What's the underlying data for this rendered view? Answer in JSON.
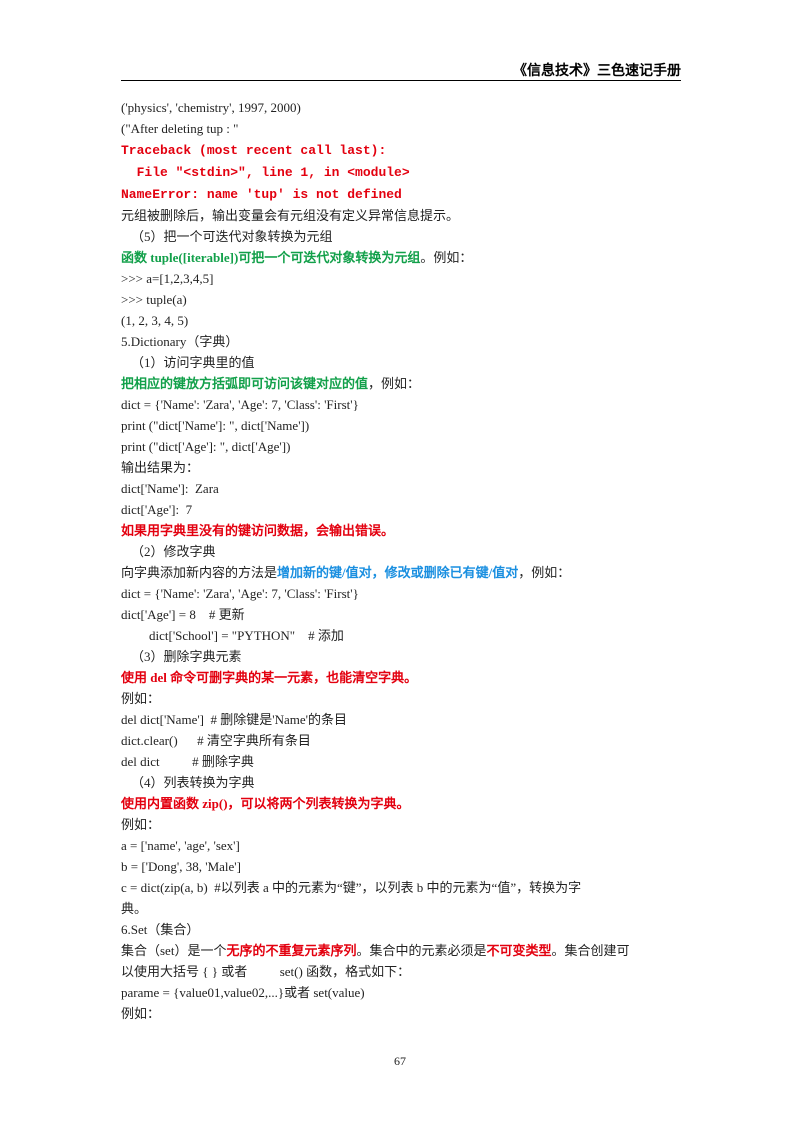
{
  "header": {
    "title": "《信息技术》三色速记手册"
  },
  "lines": [
    {
      "t": "('physics', 'chemistry', 1997, 2000)"
    },
    {
      "t": "(\"After deleting tup : \""
    },
    {
      "t": "Traceback (most recent call last):",
      "c": "red mono"
    },
    {
      "t": "  File \"<stdin>\", line 1, in <module>",
      "c": "red mono"
    },
    {
      "t": "NameError: name 'tup' is not defined",
      "c": "red mono"
    },
    {
      "t": "元组被删除后，输出变量会有元组没有定义异常信息提示。"
    },
    {
      "t": "（5）把一个可迭代对象转换为元组",
      "cls": "indent1"
    },
    {
      "segs": [
        {
          "t": "函数 tuple([iterable])可把一个可迭代对象转换为元组",
          "c": "green"
        },
        {
          "t": "。例如："
        }
      ]
    },
    {
      "t": ">>> a=[1,2,3,4,5]"
    },
    {
      "t": ">>> tuple(a)"
    },
    {
      "t": "(1, 2, 3, 4, 5)"
    },
    {
      "t": "5.Dictionary（字典）"
    },
    {
      "t": "（1）访问字典里的值",
      "cls": "indent1"
    },
    {
      "segs": [
        {
          "t": "把相应的键放方括弧即可访问该键对应的值",
          "c": "green"
        },
        {
          "t": "，例如："
        }
      ]
    },
    {
      "t": "dict = {'Name': 'Zara', 'Age': 7, 'Class': 'First'}"
    },
    {
      "t": "print (\"dict['Name']: \", dict['Name'])"
    },
    {
      "t": "print (\"dict['Age']: \", dict['Age'])"
    },
    {
      "t": "输出结果为："
    },
    {
      "t": "dict['Name']:  Zara"
    },
    {
      "t": "dict['Age']:  7"
    },
    {
      "t": "如果用字典里没有的键访问数据，会输出错误。",
      "c": "red"
    },
    {
      "t": "（2）修改字典",
      "cls": "indent1"
    },
    {
      "segs": [
        {
          "t": "向字典添加新内容的方法是"
        },
        {
          "t": "增加新的键/值对，修改或删除已有键/值对",
          "c": "blue"
        },
        {
          "t": "，例如："
        }
      ]
    },
    {
      "t": "dict = {'Name': 'Zara', 'Age': 7, 'Class': 'First'}"
    },
    {
      "t": "dict['Age'] = 8    # 更新"
    },
    {
      "t": "dict['School'] = \"PYTHON\"    # 添加",
      "cls": "indent2"
    },
    {
      "t": "（3）删除字典元素",
      "cls": "indent1"
    },
    {
      "t": "使用 del 命令可删字典的某一元素，也能清空字典。",
      "c": "red"
    },
    {
      "t": "例如："
    },
    {
      "t": "del dict['Name']  # 删除键是'Name'的条目"
    },
    {
      "t": "dict.clear()      # 清空字典所有条目"
    },
    {
      "t": "del dict          # 删除字典"
    },
    {
      "t": "（4）列表转换为字典",
      "cls": "indent1"
    },
    {
      "t": "使用内置函数 zip()，可以将两个列表转换为字典。",
      "c": "red"
    },
    {
      "t": "例如："
    },
    {
      "t": "a = ['name', 'age', 'sex']"
    },
    {
      "t": "b = ['Dong', 38, 'Male']"
    },
    {
      "t": "c = dict(zip(a, b)  #以列表 a 中的元素为“键”，以列表 b 中的元素为“值”，转换为字"
    },
    {
      "t": "典。"
    },
    {
      "t": "6.Set（集合）"
    },
    {
      "segs": [
        {
          "t": "集合（set）是一个"
        },
        {
          "t": "无序的不重复元素序列",
          "c": "red"
        },
        {
          "t": "。集合中的元素必须是"
        },
        {
          "t": "不可变类型",
          "c": "red"
        },
        {
          "t": "。集合创建可"
        }
      ]
    },
    {
      "t": "以使用大括号 { } 或者          set() 函数，格式如下："
    },
    {
      "t": "parame = {value01,value02,...}或者 set(value)"
    },
    {
      "t": "例如："
    }
  ],
  "footer": {
    "page_number": "67"
  }
}
